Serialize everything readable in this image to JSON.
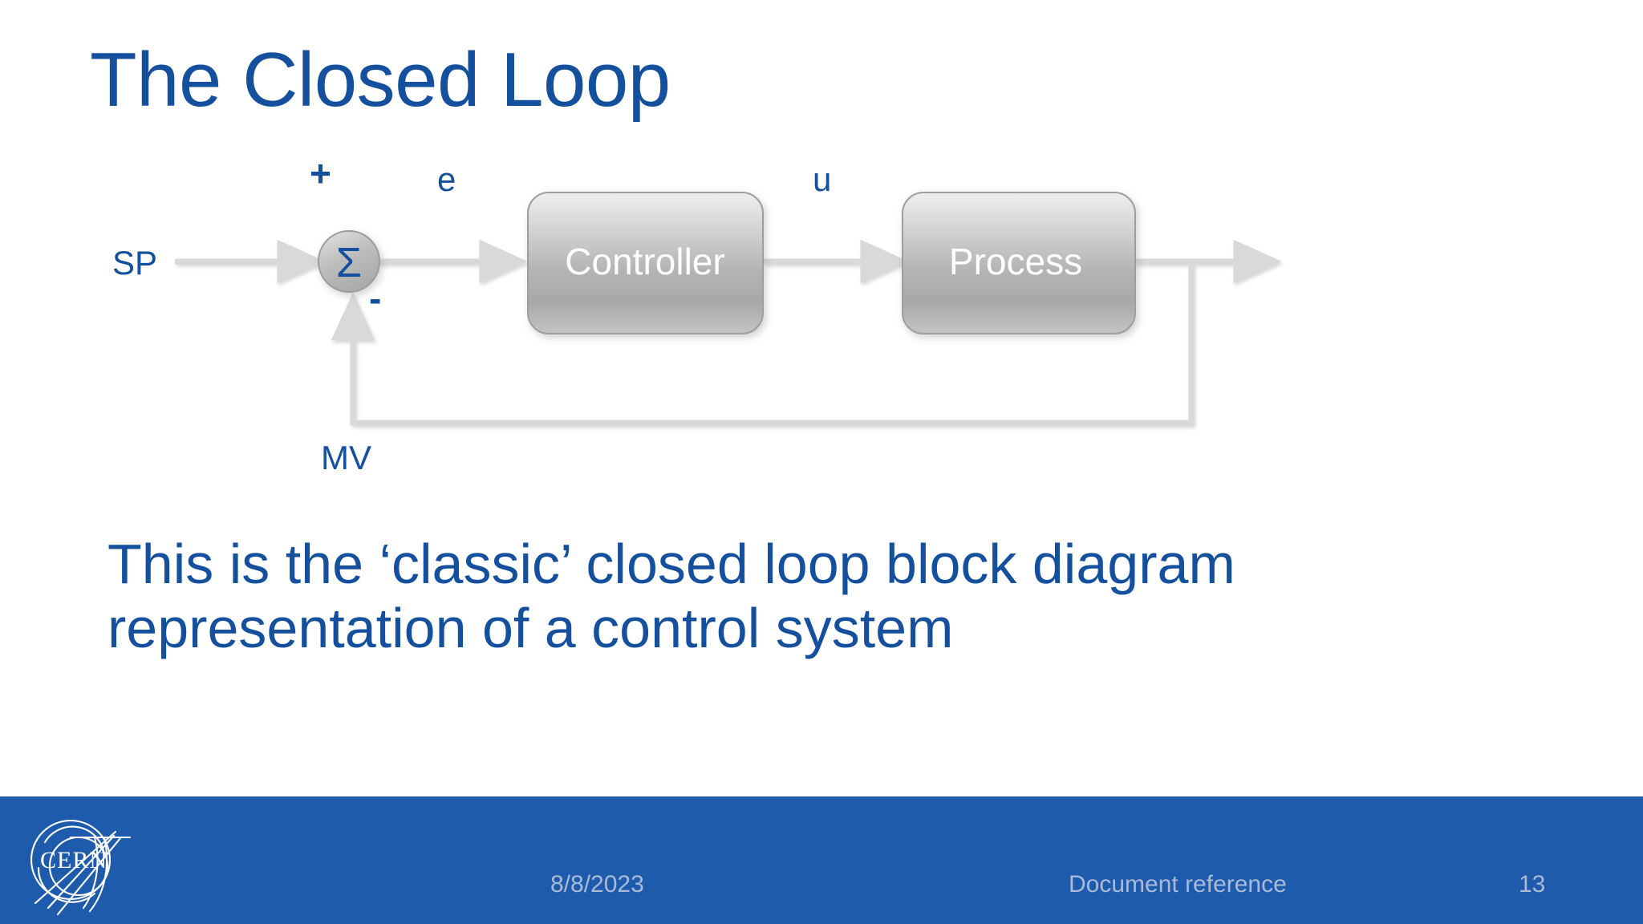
{
  "slide": {
    "title": "The Closed Loop",
    "background_color": "#ffffff",
    "accent_color": "#14509e",
    "footer_bar_color": "#1f5bad",
    "footer_text_color": "#a9b9d8"
  },
  "diagram": {
    "type": "block-diagram",
    "name": "classic-closed-loop-control-block-diagram",
    "blocks": [
      {
        "id": "controller",
        "label": "Controller"
      },
      {
        "id": "process",
        "label": "Process"
      }
    ],
    "summing_junction": {
      "glyph": "Σ",
      "plus_sign": "+",
      "minus_sign": "-"
    },
    "signals": [
      {
        "id": "sp",
        "label": "SP"
      },
      {
        "id": "e",
        "label": "e"
      },
      {
        "id": "u",
        "label": "u"
      },
      {
        "id": "mv",
        "label": "MV"
      }
    ],
    "line_color": "#d9d9d9",
    "block_fill_top": "#e6e6e6",
    "block_fill_bottom": "#a6a6a6"
  },
  "body": {
    "lines": [
      "This is the ‘classic’ closed loop block diagram",
      "representation of a control system"
    ]
  },
  "footer": {
    "date": "8/8/2023",
    "reference": "Document reference",
    "page_number": "13",
    "logo_text": "CERN"
  }
}
